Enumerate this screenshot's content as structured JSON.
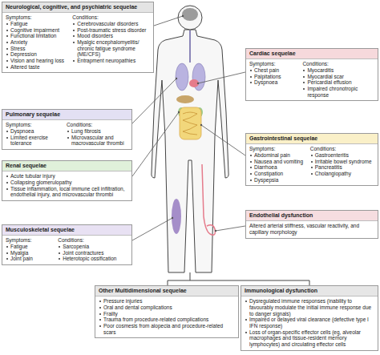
{
  "diagram": {
    "nodes": [
      {
        "text": [
          "Neurological, cognitive, and psychiatric sequelae",
          "Symptoms:",
          "Fatigue",
          "Cognitive impairment",
          "Functional limitation",
          "Anxiety",
          "Stress",
          "Depression",
          "Vision and hearing loss",
          "Altered taste",
          "Conditions:",
          "Cerebrovascular disorders",
          "Post-traumatic stress disorder",
          "Mood disorders",
          "Myalgic encephalomyelitis/ chronic fatigue syndrome (ME/CFS)",
          "Entrapment neuropathies"
        ]
      },
      {
        "text": [
          "Cardiac sequelae",
          "Symptoms:",
          "Chest pain",
          "Palpitations",
          "Dyspnoea",
          "Conditions:",
          "Myocarditis",
          "Myocardial scar",
          "Pericardial effusion",
          "Impaired chronotropic response"
        ]
      },
      {
        "text": [
          "Pulmonary sequelae",
          "Symptoms:",
          "Dyspnoea",
          "Limited exercise tolerance",
          "Conditions:",
          "Lung fibrosis",
          "Microvascular and macrovascular thrombi"
        ]
      },
      {
        "text": [
          "Gastrointestinal sequelae",
          "Symptoms:",
          "Abdominal pain",
          "Nausea and vomiting",
          "Diarrhoea",
          "Constipation",
          "Dyspepsia",
          "Conditions:",
          "Gastroenteritis",
          "Irritable bowel syndrome",
          "Pancreatitis",
          "Cholangiopathy"
        ]
      },
      {
        "text": [
          "Renal sequelae",
          "Acute tubular injury",
          "Collapsing glomerulopathy",
          "Tissue inflammation, local immune cell infiltration, endothelial injury, and microvascular thrombi"
        ]
      },
      {
        "text": [
          "Musculoskeletal sequelae",
          "Symptoms:",
          "Fatigue",
          "Myalgia",
          "Joint pain",
          "Conditions:",
          "Sarcopenia",
          "Joint contractures",
          "Heterotopic ossification"
        ]
      },
      {
        "text": [
          "Endothelial dysfunction",
          "Altered arterial stiffness, vascular reactivity, and capillary morphology"
        ]
      },
      {
        "text": [
          "Other Multidimensional sequelae",
          "Pressure injuries",
          "Oral and dental complications",
          "Frailty",
          "Trauma from procedure-related complications",
          "Poor cosmesis from alopecia and procedure-related scars"
        ]
      },
      {
        "text": [
          "Immunological dysfunction",
          "Dysregulated immune responses (inability to favourably modulate the initial immune response due to danger signals)",
          "Impaired or delayed viral clearance (defective type I IFN response)",
          "Loss of organ-specific effector cells (eg, alveolar macrophages and tissue-resident memory lymphocytes) and circulating effector cells"
        ]
      }
    ]
  }
}
